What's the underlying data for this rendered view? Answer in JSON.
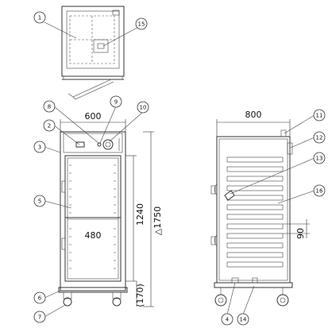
{
  "callouts": [
    "1",
    "2",
    "3",
    "4",
    "5",
    "6",
    "7",
    "8",
    "9",
    "10",
    "11",
    "12",
    "13",
    "14",
    "15",
    "16"
  ],
  "dimensions": {
    "front_width": "600",
    "inner_width": "480",
    "door_height": "1240",
    "total_height": "△1750",
    "base_height": "(170)",
    "side_depth": "800",
    "shelf_pitch": "90"
  }
}
